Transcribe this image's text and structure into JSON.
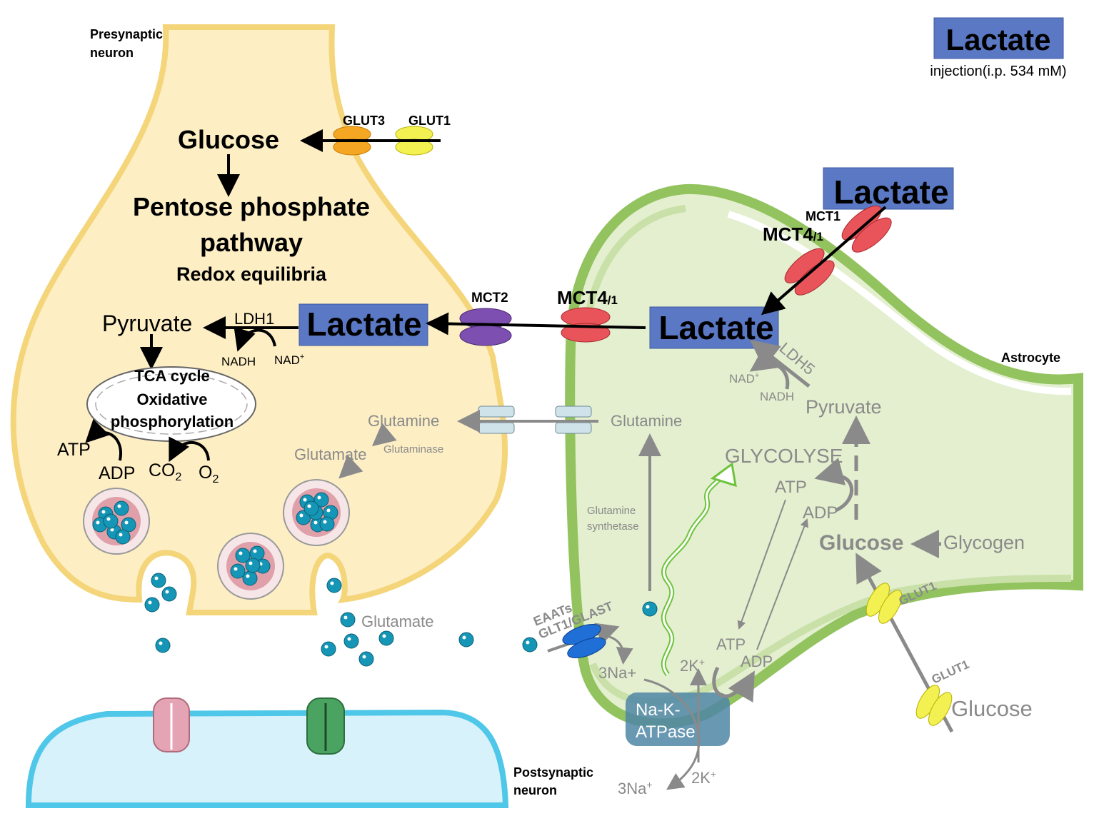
{
  "colors": {
    "neuron_fill": "#fdeec4",
    "neuron_border": "#f4d57a",
    "astrocyte_fill": "#e3efcf",
    "astrocyte_border": "#92c35e",
    "postsynaptic_fill": "#d8f2fb",
    "postsynaptic_border": "#4fc7e8",
    "lactate_box": "#5b78c4",
    "vesicle_dot": "#1596b6",
    "gray_text": "#8a8a8a"
  },
  "labels": {
    "presynaptic": [
      "Presynaptic",
      "neuron"
    ],
    "postsynaptic": [
      "Postsynaptic",
      "neuron"
    ],
    "astrocyte": "Astrocyte",
    "injection_box": "Lactate",
    "injection_text": "injection(i.p. 534 mM)",
    "glut3": "GLUT3",
    "glut1_top": "GLUT1",
    "glucose_neuron": "Glucose",
    "ppp_line1": "Pentose phosphate",
    "ppp_line2": "pathway",
    "redox": "Redox equilibria",
    "pyruvate_neuron": "Pyruvate",
    "ldh1": "LDH1",
    "nadh_neuron": "NADH",
    "nad_neuron": "NAD",
    "lactate_neuron": "Lactate",
    "mct2": "MCT2",
    "mct41_mid": "MCT4",
    "mct41_mid_sub": "/1",
    "lactate_astro": "Lactate",
    "lactate_blood": "Lactate",
    "mct1": "MCT1",
    "mct41_top": "MCT4",
    "mct41_top_sub": "/1",
    "tca1": "TCA cycle",
    "tca2": "Oxidative",
    "tca3": "phosphorylation",
    "atp_neuron": "ATP",
    "adp_neuron": "ADP",
    "co2": "CO",
    "o2": "O",
    "glutamine_neuron": "Glutamine",
    "glutaminase": "Glutaminase",
    "glutamate_neuron": "Glutamate",
    "glutamine_astro": "Glutamine",
    "glutamine_synthetase": [
      "Glutamine",
      "synthetase"
    ],
    "ldh5": "LDH5",
    "nad_astro": "NAD",
    "nadh_astro": "NADH",
    "pyruvate_astro": "Pyruvate",
    "glycolyse": "GLYCOLYSE",
    "atp_astro": "ATP",
    "adp_astro": "ADP",
    "glucose_astro": "Glucose",
    "glycogen": "Glycogen",
    "glut1_inner": "GLUT1",
    "glut1_outer": "GLUT1",
    "glucose_blood": "Glucose",
    "glutamate_cleft": "Glutamate",
    "eaats": "EAATs",
    "glt1": "GLT1/GLAST",
    "na3_in": "3Na+",
    "k2_in": "2K",
    "atp_pump": "ATP",
    "adp_pump": "ADP",
    "naka1": "Na-K-",
    "naka2": "ATPase",
    "na3_out": "3Na",
    "k2_out": "2K"
  }
}
